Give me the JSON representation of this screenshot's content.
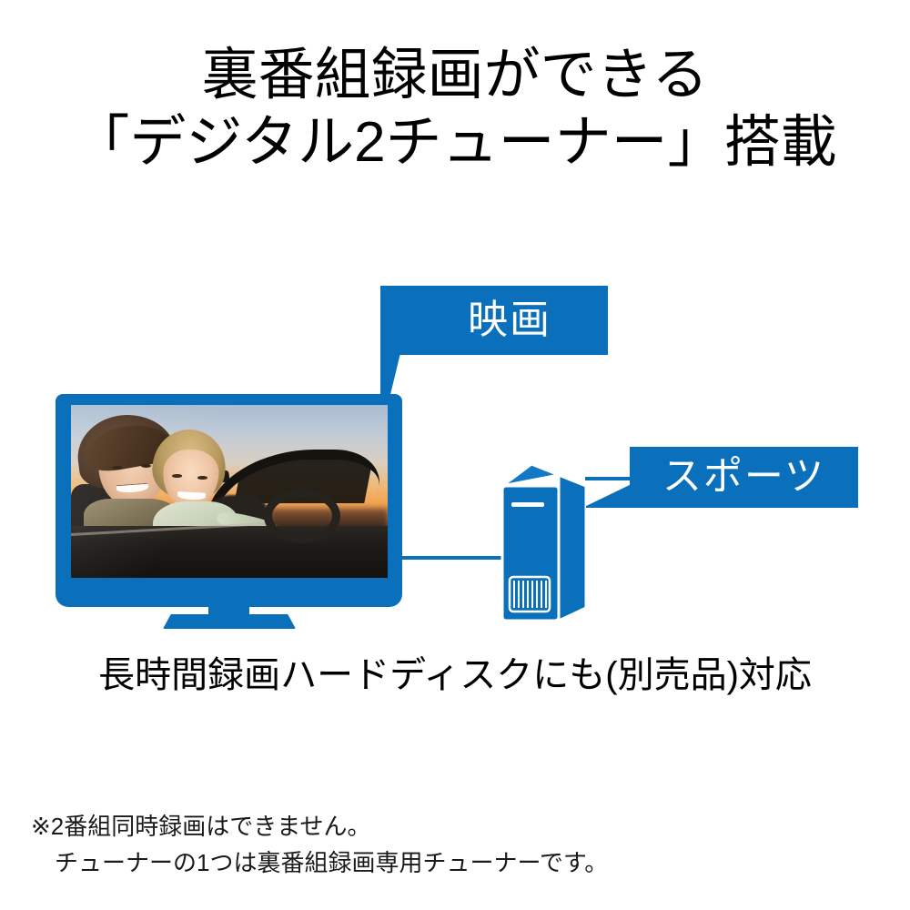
{
  "headline": {
    "line1": "裏番組録画ができる",
    "line2": "「デジタル2チューナー」搭載"
  },
  "diagram": {
    "bubbles": [
      {
        "id": "movie",
        "label": "映画",
        "points_to": "tv"
      },
      {
        "id": "sports",
        "label": "スポーツ",
        "points_to": "hdd-recorder"
      }
    ],
    "tv": {
      "name": "television",
      "screen_content": "photo of a smiling couple riding in a convertible car at sunset"
    },
    "recorder": {
      "name": "external-hard-disk",
      "features": [
        "disc-slot",
        "vent-grille"
      ]
    },
    "cable_label": ""
  },
  "caption": {
    "main": "長時間録画ハードディスクにも(別売品)対応"
  },
  "footnote": {
    "line1": "※2番組同時録画はできません。",
    "line2": "チューナーの1つは裏番組録画専用チューナーです。"
  },
  "colors": {
    "brand_blue": "#0b70bc",
    "bubble_text": "#ffffff",
    "heading_text": "#000000",
    "background": "#ffffff"
  }
}
